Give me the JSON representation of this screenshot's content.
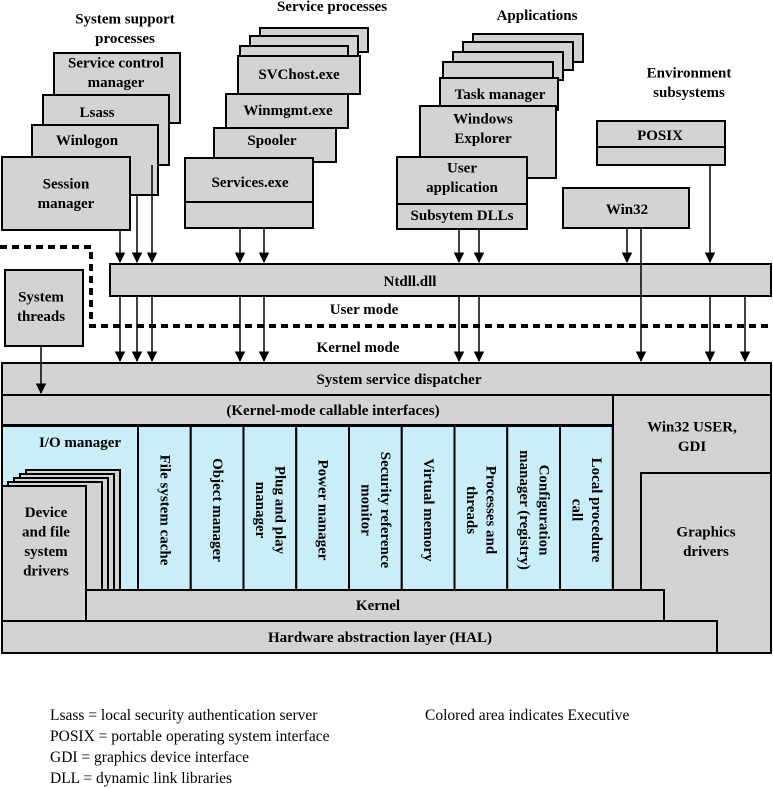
{
  "groups": {
    "system_support": [
      "System support",
      "processes"
    ],
    "service_processes": "Service processes",
    "applications": "Applications",
    "environment_subsystems": [
      "Environment",
      "subsystems"
    ]
  },
  "system_support": {
    "service_control_manager": [
      "Service control",
      "manager"
    ],
    "lsass": "Lsass",
    "winlogon": "Winlogon",
    "session_manager": [
      "Session",
      "manager"
    ]
  },
  "services": {
    "svchost": "SVChost.exe",
    "winmgmt": "Winmgmt.exe",
    "spooler": "Spooler",
    "services_exe": "Services.exe"
  },
  "applications": {
    "task_manager": "Task manager",
    "windows_explorer": [
      "Windows",
      "Explorer"
    ],
    "user_application": [
      "User",
      "application"
    ],
    "subsystem_dlls": "Subsytem DLLs"
  },
  "subsystems": {
    "posix": "POSIX",
    "win32": "Win32"
  },
  "ntdll": "Ntdll.dll",
  "system_threads": [
    "System",
    "threads"
  ],
  "user_mode": "User mode",
  "kernel_mode": "Kernel mode",
  "dispatcher": "System service dispatcher",
  "callable": "(Kernel-mode callable interfaces)",
  "io_manager": "I/O manager",
  "drivers": [
    "Device",
    "and file",
    "system",
    "drivers"
  ],
  "executive_components": [
    [
      "File system cache"
    ],
    [
      "Object manager"
    ],
    [
      "Plug and play",
      "manager"
    ],
    [
      "Power manager"
    ],
    [
      "Security reference",
      "monitor"
    ],
    [
      "Virtual memory"
    ],
    [
      "Processes and",
      "threads"
    ],
    [
      "Configuration",
      "manager (registry)"
    ],
    [
      "Local procedure",
      "call"
    ]
  ],
  "win32_user_gdi": [
    "Win32 USER,",
    "GDI"
  ],
  "graphics_drivers": [
    "Graphics",
    "drivers"
  ],
  "kernel": "Kernel",
  "hal": "Hardware abstraction layer (HAL)",
  "legend": {
    "lsass": "Lsass = local security authentication server",
    "posix": "POSIX = portable operating system interface",
    "gdi": "GDI = graphics device interface",
    "dll": "DLL = dynamic link libraries",
    "colored": "Colored area indicates Executive"
  },
  "colors": {
    "box": "#d3d3d3",
    "executive": "#c9eef8",
    "outline": "#000000"
  }
}
